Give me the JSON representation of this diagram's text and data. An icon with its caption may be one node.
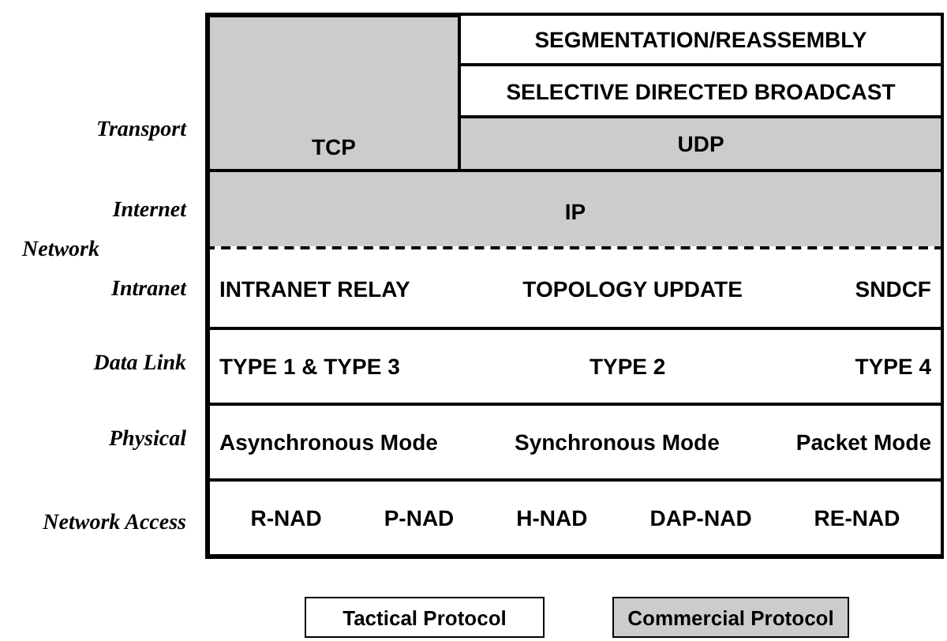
{
  "diagram": {
    "nodes": [
      {
        "text": [
          "TCP"
        ]
      },
      {
        "text": [
          "SEGMENTATION/REASSEMBLY"
        ]
      },
      {
        "text": [
          "SELECTIVE DIRECTED BROADCAST"
        ]
      },
      {
        "text": [
          "UDP"
        ]
      },
      {
        "text": [
          "IP"
        ]
      },
      {
        "text": [
          "INTRANET RELAY",
          "TOPOLOGY UPDATE",
          "SNDCF"
        ]
      },
      {
        "text": [
          "TYPE 1 & TYPE 3",
          "TYPE 2",
          "TYPE 4"
        ]
      },
      {
        "text": [
          "Asynchronous Mode",
          "Synchronous Mode",
          "Packet Mode"
        ]
      },
      {
        "text": [
          "R-NAD",
          "P-NAD",
          "H-NAD",
          "DAP-NAD",
          "RE-NAD"
        ]
      }
    ],
    "edges": [],
    "labels": [
      "Transport",
      "Internet",
      "Network",
      "Intranet",
      "Data Link",
      "Physical",
      "Network Access"
    ],
    "legend": [
      {
        "text": "Tactical Protocol",
        "color": "#ffffff"
      },
      {
        "text": "Commercial Protocol",
        "color": "#cccccc"
      }
    ]
  }
}
